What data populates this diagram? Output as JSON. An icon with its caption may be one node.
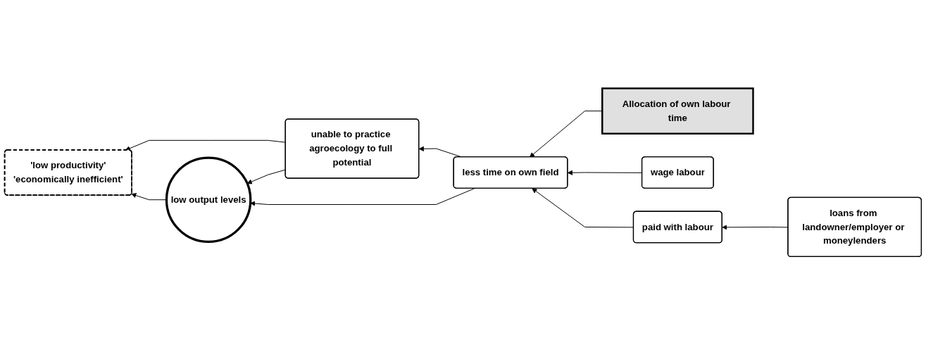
{
  "diagram": {
    "nodes": [
      {
        "text": [
          "Allocation of own labour time"
        ]
      },
      {
        "text": [
          "unable to practice agroecology to full potential"
        ]
      },
      {
        "text": [
          "wage labour"
        ]
      },
      {
        "text": [
          "loans from landowner/employer or moneylenders"
        ]
      },
      {
        "text": [
          "less time on own field"
        ]
      },
      {
        "text": [
          "paid with labour"
        ]
      },
      {
        "text": [
          "low output levels"
        ]
      },
      {
        "text": [
          "'low productivity'",
          "'economically inefficient'"
        ]
      }
    ],
    "edges": [
      {
        "from": 0,
        "to": 4,
        "arrow": "to"
      },
      {
        "from": 2,
        "to": 4,
        "arrow": "to"
      },
      {
        "from": 3,
        "to": 5,
        "arrow": "to"
      },
      {
        "from": 5,
        "to": 4,
        "arrow": "to"
      },
      {
        "from": 4,
        "to": 1,
        "arrow": "to"
      },
      {
        "from": 1,
        "to": 6,
        "arrow": "to"
      },
      {
        "from": 4,
        "to": 6,
        "arrow": "to"
      },
      {
        "from": 1,
        "to": 7,
        "arrow": "to"
      },
      {
        "from": 6,
        "to": 7,
        "arrow": "to"
      }
    ]
  }
}
